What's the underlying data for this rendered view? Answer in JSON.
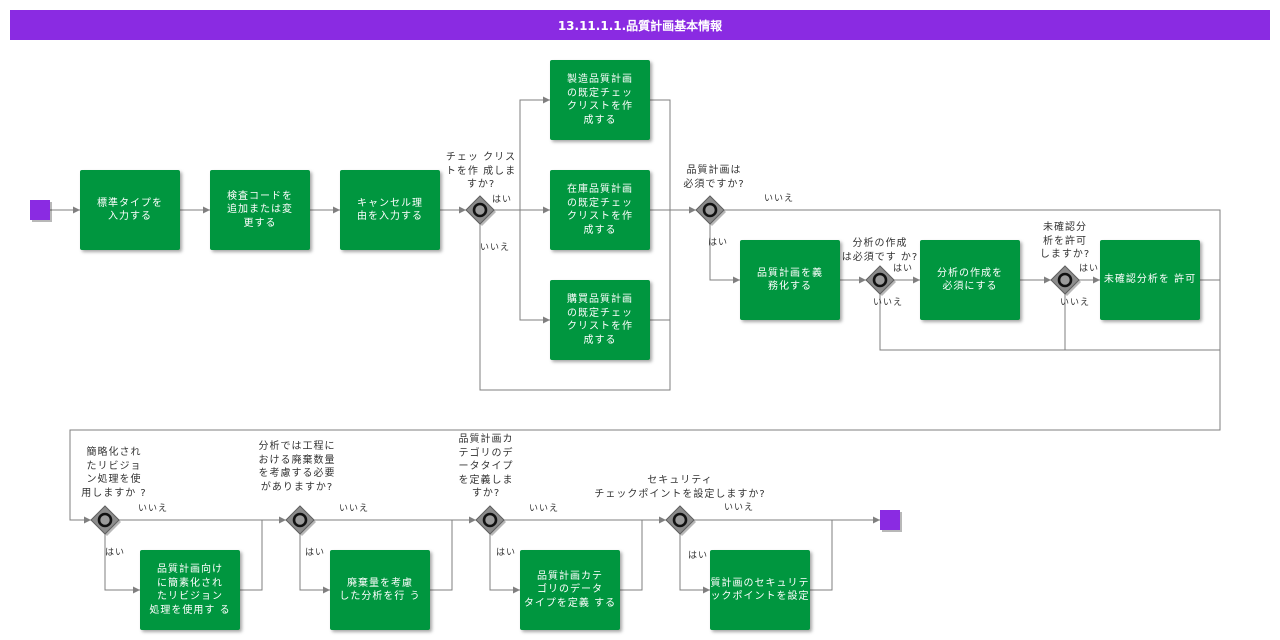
{
  "title": "13.11.1.1.品質計画基本情報",
  "colors": {
    "header": "#8a2be2",
    "event": "#8a2be2",
    "task": "#00963f",
    "task_text": "#ffffff",
    "gateway": "#8c8c8c",
    "connector": "#7f7f7f"
  },
  "icons": {
    "start": "start-event-icon",
    "end": "end-event-icon",
    "gateway": "inclusive-gateway-icon"
  },
  "tasks": [
    {
      "label": "標準タイプを\n入力する"
    },
    {
      "label": "検査コードを\n追加または変\n更する"
    },
    {
      "label": "キャンセル理\n由を入力する"
    },
    {
      "label": "製造品質計画\nの既定チェッ\nクリストを作\n成する"
    },
    {
      "label": "在庫品質計画\nの既定チェッ\nクリストを作\n成する"
    },
    {
      "label": "購買品質計画\nの既定チェッ\nクリストを作\n成する"
    },
    {
      "label": "品質計画を義\n務化する"
    },
    {
      "label": "分析の作成を\n必須にする"
    },
    {
      "label": "未確認分析を 許可"
    },
    {
      "label": "品質計画向け\nに簡素化され\nたリビジョン\n処理を使用す る"
    },
    {
      "label": "廃棄量を考慮\nした分析を行 う"
    },
    {
      "label": "品質計画カテ\nゴリのデータ\nタイプを定義 する"
    },
    {
      "label": "質計画のセキュリテ\nックポイントを設定"
    }
  ],
  "gateways": [
    {
      "question": "チェッ クリス\nトを作 成しま\nすか?",
      "yes": "はい",
      "no": "いいえ"
    },
    {
      "question": "品質計画は\n必須ですか?",
      "yes": "はい",
      "no": "いいえ"
    },
    {
      "question": "分析の作成\nは必須です か?",
      "yes": "はい",
      "no": "いいえ"
    },
    {
      "question": "未確認分\n析を許可\nしますか?",
      "yes": "はい",
      "no": "いいえ"
    },
    {
      "question": "簡略化され\nたリビジョ\nン処理を使\n用しますか ?",
      "yes": "はい",
      "no": "いいえ"
    },
    {
      "question": "分析では工程に\nおける廃棄数量\nを考慮する必要\nがありますか?",
      "yes": "はい",
      "no": "いいえ"
    },
    {
      "question": "品質計画カ\nテゴリのデ\nータタイプ\nを定義しま\nすか?",
      "yes": "はい",
      "no": "いいえ"
    },
    {
      "question": "セキュリティ\nチェックポイントを設定しますか?",
      "yes": "はい",
      "no": "いいえ"
    }
  ]
}
